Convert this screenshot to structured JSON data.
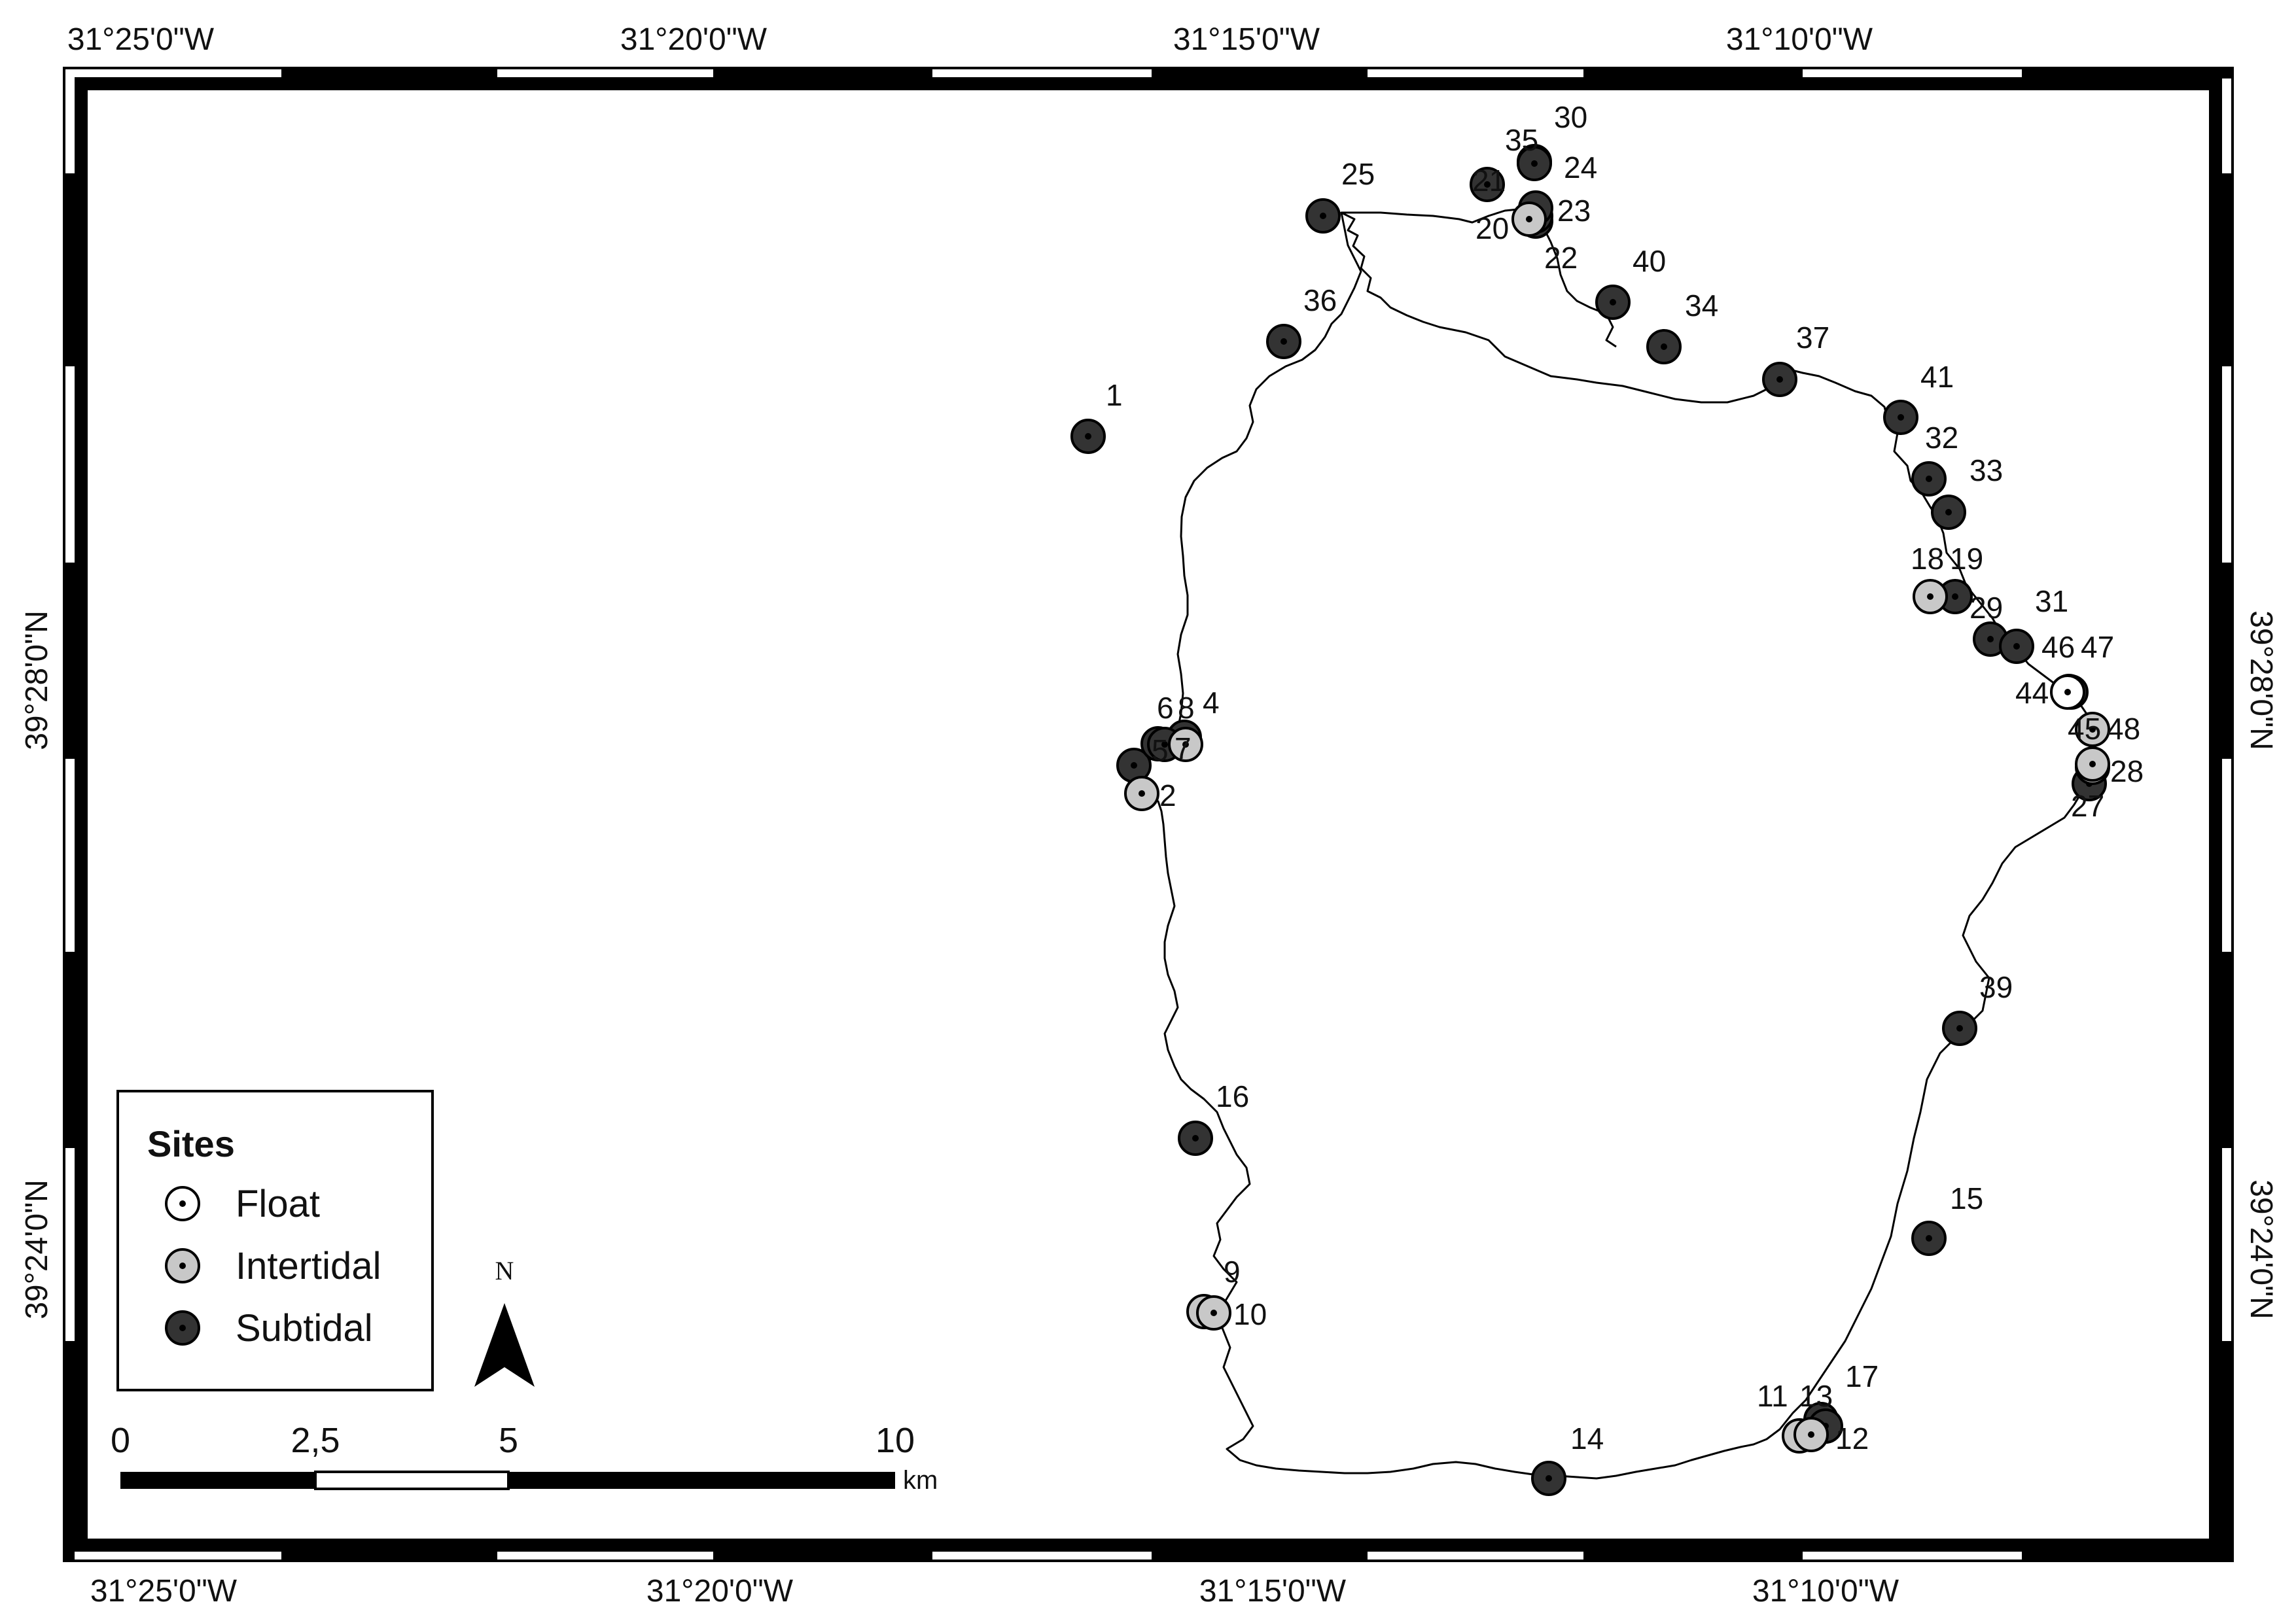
{
  "graticule": {
    "top": [
      "31°25'0\"W",
      "31°20'0\"W",
      "31°15'0\"W",
      "31°10'0\"W"
    ],
    "bottom": [
      "31°25'0\"W",
      "31°20'0\"W",
      "31°15'0\"W",
      "31°10'0\"W"
    ],
    "left": [
      "39°28'0\"N",
      "39°24'0\"N"
    ],
    "right": [
      "39°28'0\"N",
      "39°24'0\"N"
    ]
  },
  "legend": {
    "title": "Sites",
    "items": [
      {
        "key": "float",
        "label": "Float",
        "fill": "#ffffff"
      },
      {
        "key": "intertidal",
        "label": "Intertidal",
        "fill": "#c8c8c8"
      },
      {
        "key": "subtidal",
        "label": "Subtidal",
        "fill": "#333333"
      }
    ]
  },
  "scale_bar": {
    "ticks": [
      "0",
      "2,5",
      "5",
      "10"
    ],
    "unit": "km"
  },
  "north_arrow": {
    "label": "N"
  },
  "sites": [
    {
      "id": "1",
      "type": "subtidal"
    },
    {
      "id": "2",
      "type": "intertidal"
    },
    {
      "id": "4",
      "type": "subtidal"
    },
    {
      "id": "5",
      "type": "subtidal"
    },
    {
      "id": "6",
      "type": "subtidal"
    },
    {
      "id": "7",
      "type": "intertidal"
    },
    {
      "id": "8",
      "type": "subtidal"
    },
    {
      "id": "9",
      "type": "intertidal"
    },
    {
      "id": "10",
      "type": "intertidal"
    },
    {
      "id": "11",
      "type": "intertidal"
    },
    {
      "id": "12",
      "type": "intertidal"
    },
    {
      "id": "13",
      "type": "subtidal"
    },
    {
      "id": "14",
      "type": "subtidal"
    },
    {
      "id": "15",
      "type": "subtidal"
    },
    {
      "id": "16",
      "type": "subtidal"
    },
    {
      "id": "17",
      "type": "subtidal"
    },
    {
      "id": "18",
      "type": "intertidal"
    },
    {
      "id": "19",
      "type": "subtidal"
    },
    {
      "id": "20",
      "type": "intertidal"
    },
    {
      "id": "21",
      "type": "subtidal"
    },
    {
      "id": "22",
      "type": "subtidal"
    },
    {
      "id": "23",
      "type": "subtidal"
    },
    {
      "id": "24",
      "type": "subtidal"
    },
    {
      "id": "25",
      "type": "subtidal"
    },
    {
      "id": "27",
      "type": "subtidal"
    },
    {
      "id": "28",
      "type": "intertidal"
    },
    {
      "id": "29",
      "type": "subtidal"
    },
    {
      "id": "30",
      "type": "subtidal"
    },
    {
      "id": "31",
      "type": "subtidal"
    },
    {
      "id": "32",
      "type": "subtidal"
    },
    {
      "id": "33",
      "type": "subtidal"
    },
    {
      "id": "34",
      "type": "subtidal"
    },
    {
      "id": "35",
      "type": "subtidal"
    },
    {
      "id": "36",
      "type": "subtidal"
    },
    {
      "id": "37",
      "type": "subtidal"
    },
    {
      "id": "39",
      "type": "subtidal"
    },
    {
      "id": "40",
      "type": "subtidal"
    },
    {
      "id": "41",
      "type": "subtidal"
    },
    {
      "id": "44",
      "type": "subtidal"
    },
    {
      "id": "45",
      "type": "intertidal"
    },
    {
      "id": "46",
      "type": "float"
    },
    {
      "id": "47",
      "type": "subtidal"
    },
    {
      "id": "48",
      "type": "intertidal"
    }
  ]
}
